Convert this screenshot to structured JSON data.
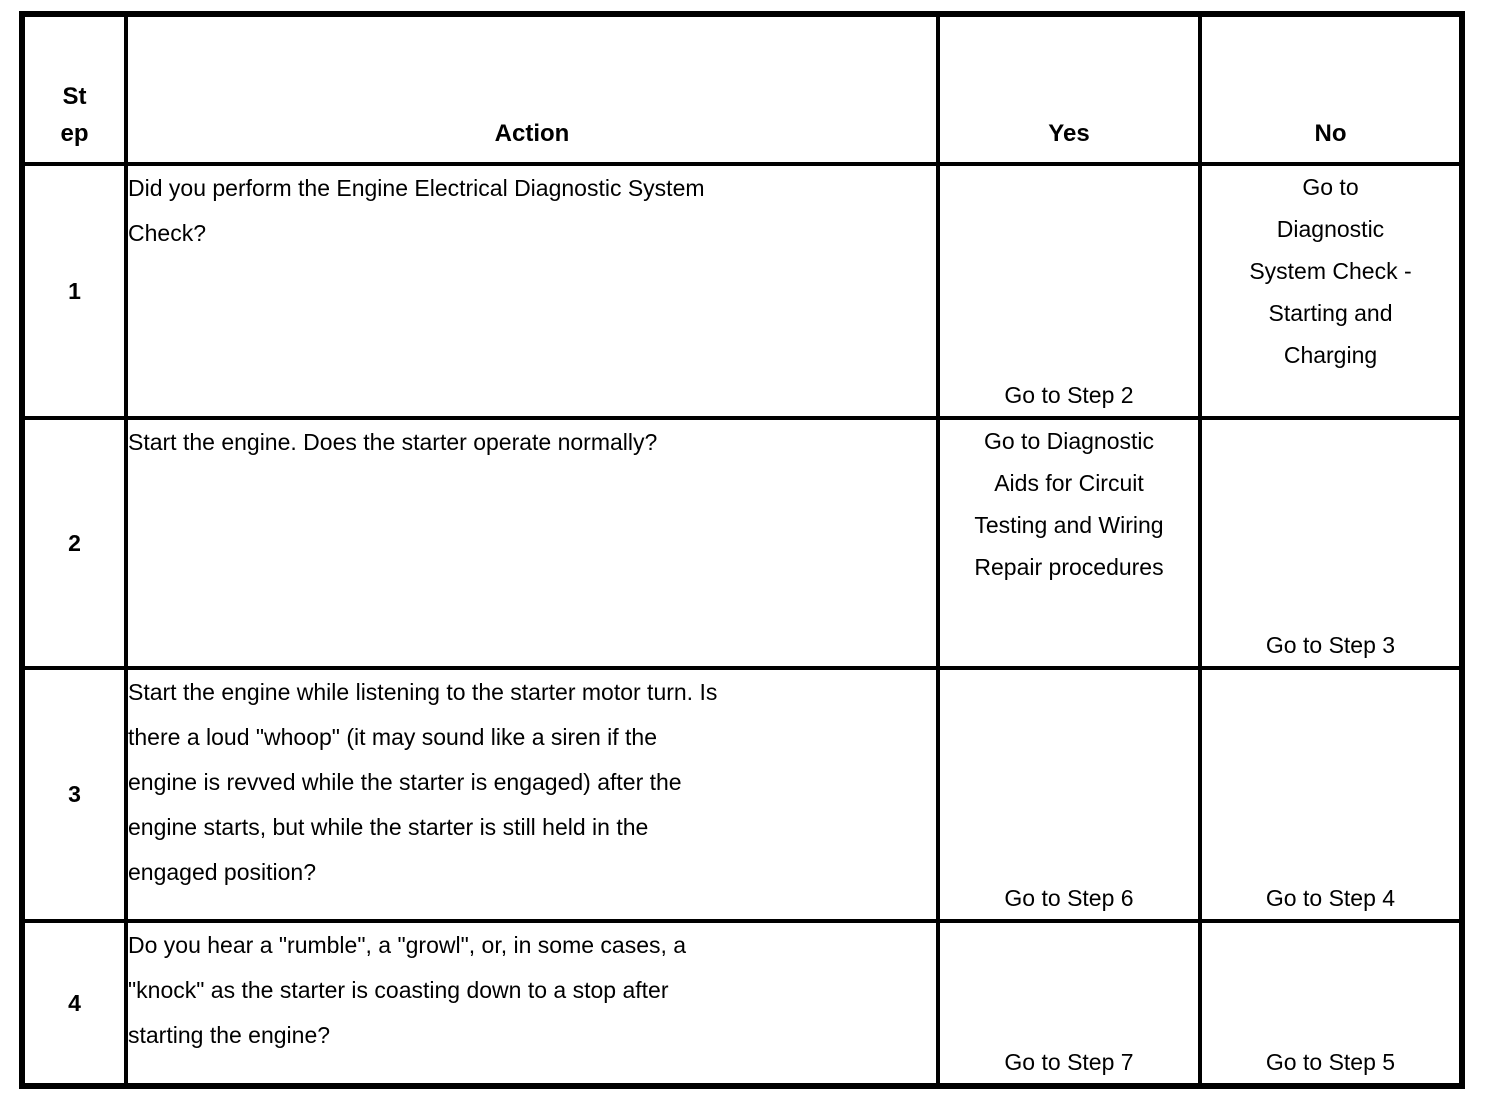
{
  "colors": {
    "border": "#000000",
    "background": "#ffffff",
    "text": "#000000"
  },
  "header": {
    "step_lines": [
      "St",
      "ep"
    ],
    "action": "Action",
    "yes": "Yes",
    "no": "No"
  },
  "rows": [
    {
      "step": "1",
      "action_lines": [
        "Did you perform the Engine Electrical Diagnostic System",
        "Check?"
      ],
      "yes_lines": [
        "Go to Step 2"
      ],
      "no_lines": [
        "Go to",
        "Diagnostic",
        "System Check -",
        "Starting and",
        "Charging"
      ]
    },
    {
      "step": "2",
      "action_lines": [
        "Start the engine. Does the starter operate normally?"
      ],
      "yes_lines": [
        "Go to Diagnostic",
        "Aids for Circuit",
        "Testing and Wiring",
        "Repair procedures"
      ],
      "no_lines": [
        "Go to Step 3"
      ]
    },
    {
      "step": "3",
      "action_lines": [
        "Start the engine while listening to the starter motor turn. Is",
        "there a loud \"whoop\" (it may sound like a siren if the",
        "engine is revved while the starter is engaged) after the",
        "engine starts, but while the starter is still held in the",
        "engaged position?"
      ],
      "yes_lines": [
        "Go to Step 6"
      ],
      "no_lines": [
        "Go to Step 4"
      ]
    },
    {
      "step": "4",
      "action_lines": [
        "Do you hear a \"rumble\", a \"growl\", or, in some cases, a",
        "\"knock\" as the starter is coasting down to a stop after",
        "starting the engine?"
      ],
      "yes_lines": [
        "Go to Step 7"
      ],
      "no_lines": [
        "Go to Step 5"
      ]
    }
  ]
}
